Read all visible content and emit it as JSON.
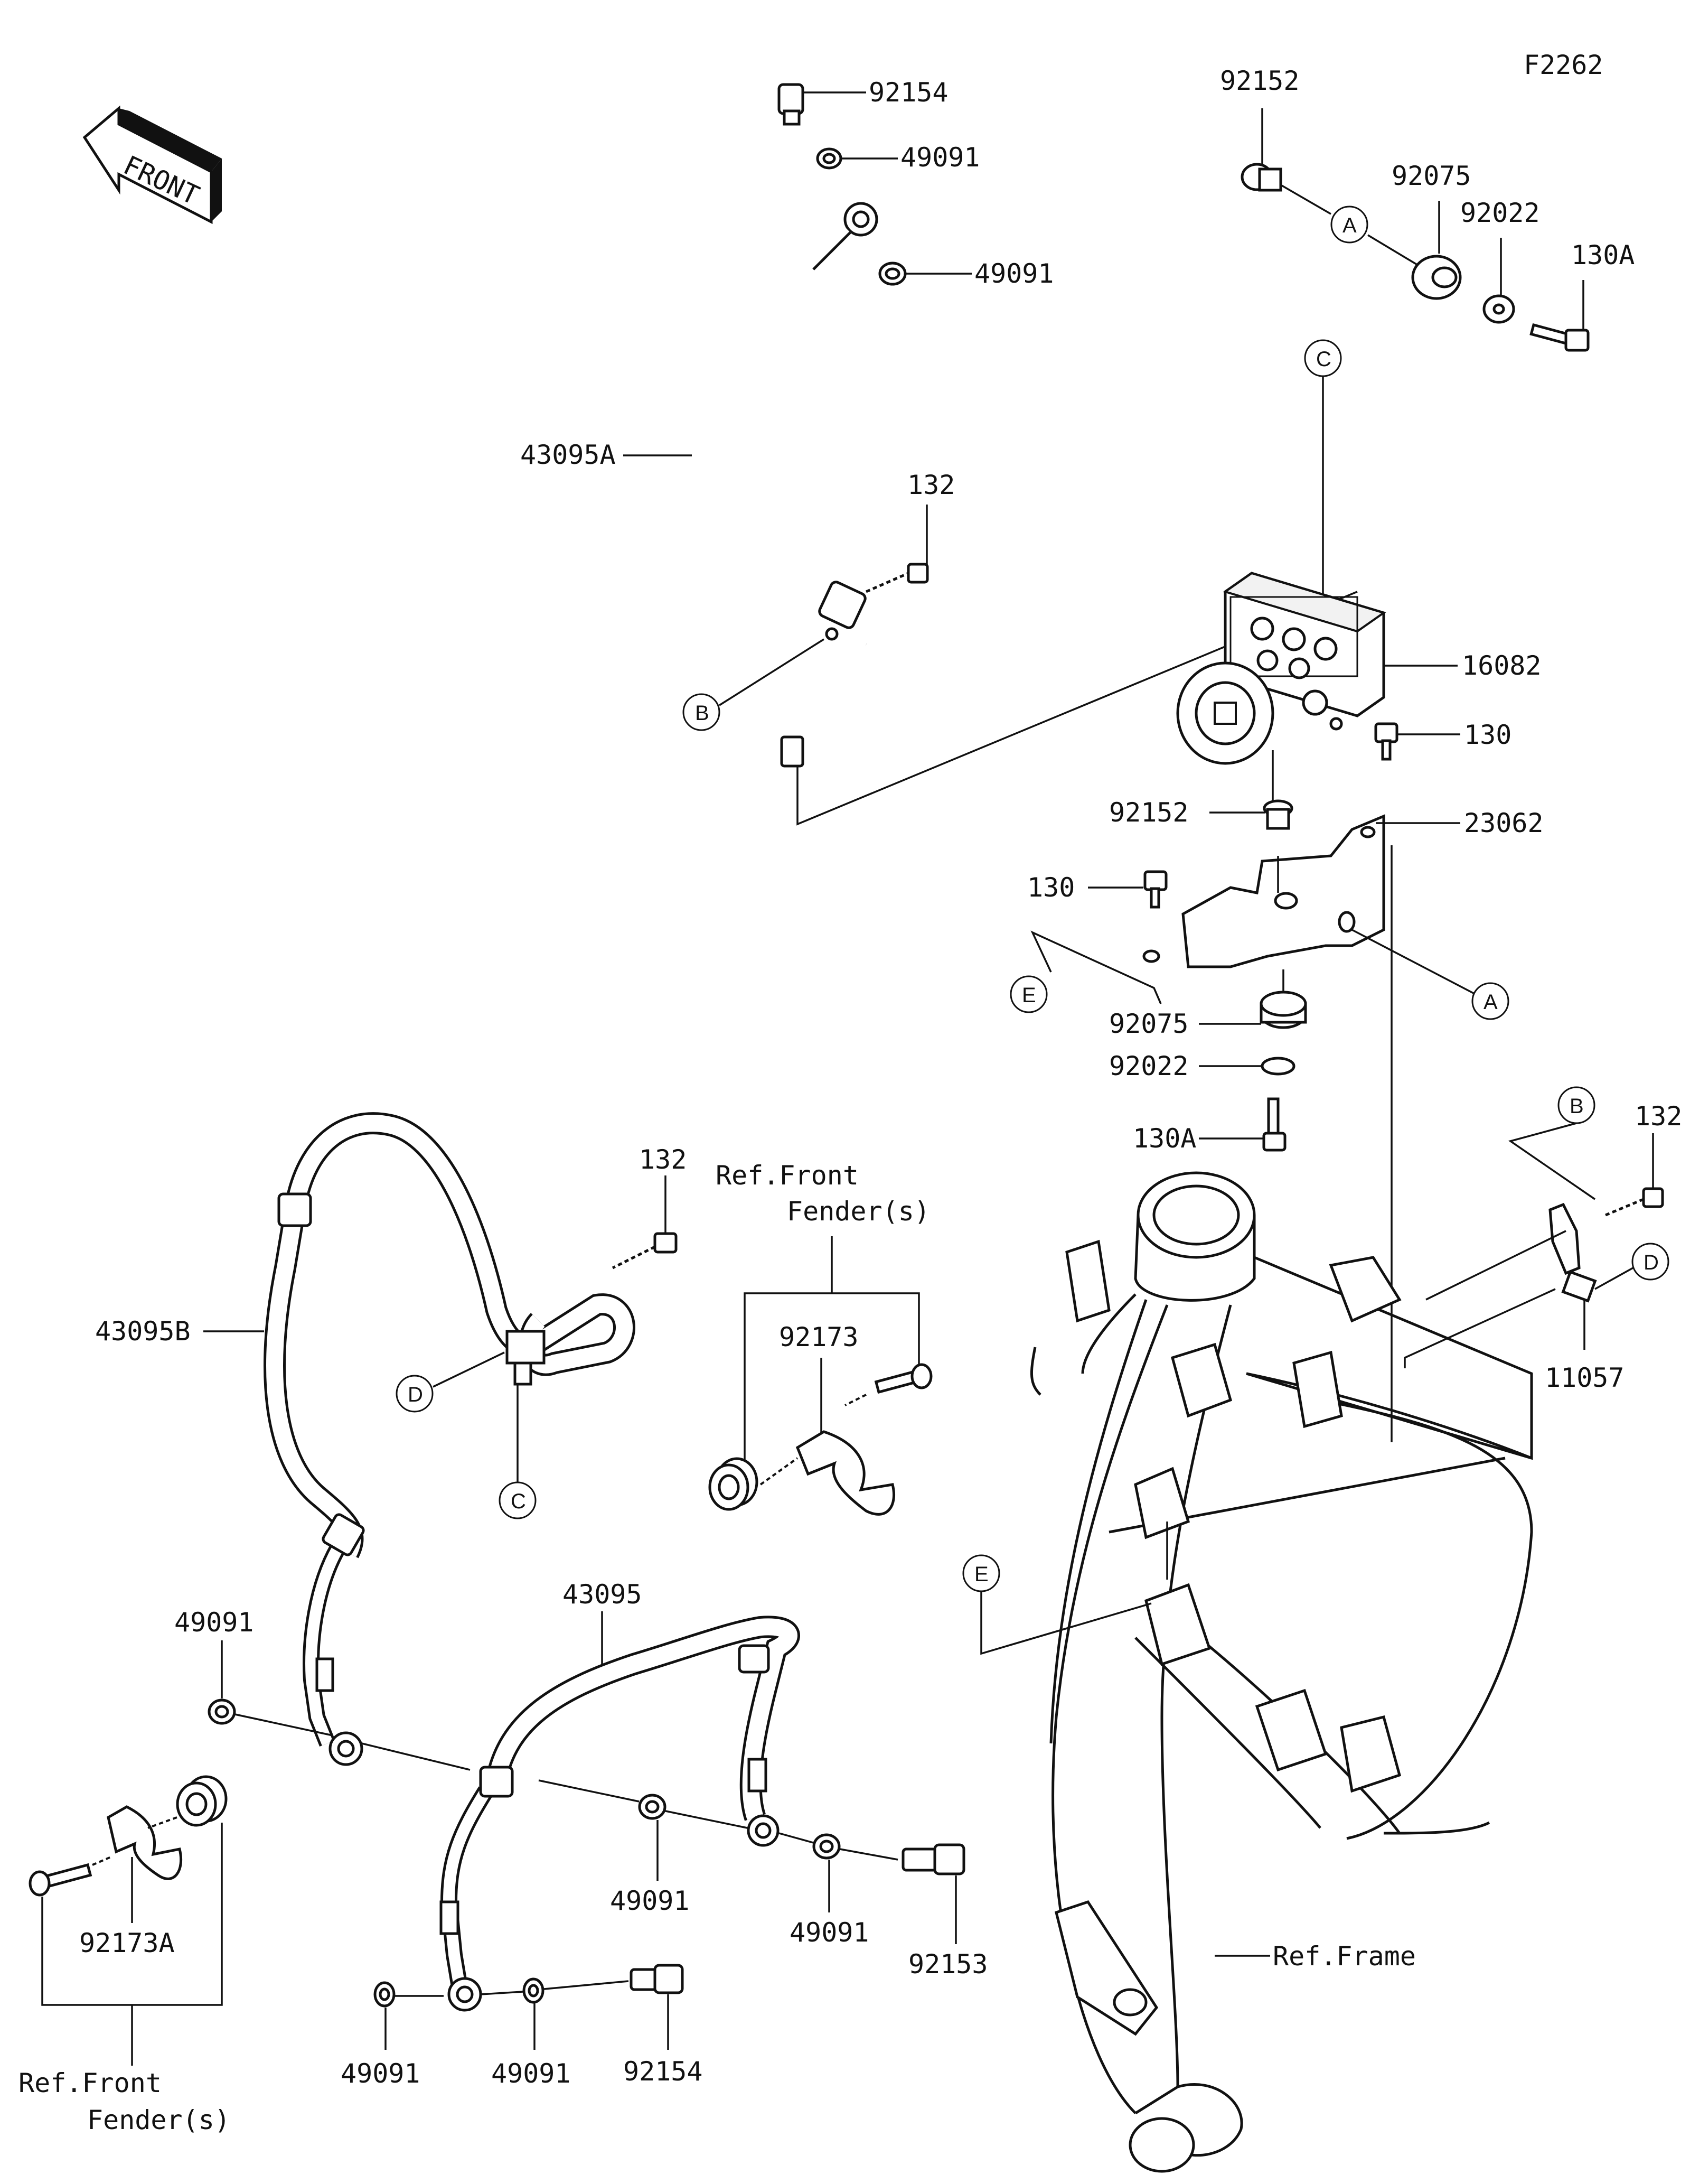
{
  "figure_code": "F2262",
  "front_arrow_label": "FRONT",
  "labels": {
    "p92154_top": "92154",
    "p49091_a": "49091",
    "p49091_b": "49091",
    "p43095A": "43095A",
    "p132_a": "132",
    "p92152_top": "92152",
    "p92075_top": "92075",
    "p92022_top": "92022",
    "p130A_top": "130A",
    "p16082": "16082",
    "p130_a": "130",
    "p92152_mid": "92152",
    "p23062": "23062",
    "p130_b": "130",
    "p92075_mid": "92075",
    "p92022_mid": "92022",
    "p130A_mid": "130A",
    "p132_b": "132",
    "p11057": "11057",
    "p132_c": "132",
    "p43095B": "43095B",
    "p92173": "92173",
    "p43095": "43095",
    "p49091_c": "49091",
    "p49091_d": "49091",
    "p49091_e": "49091",
    "p92153": "92153",
    "p92173A": "92173A",
    "p49091_f": "49091",
    "p49091_g": "49091",
    "p92154_bot": "92154",
    "ref_fender_top_1": "Ref.Front",
    "ref_fender_top_2": "Fender(s)",
    "ref_fender_bot_1": "Ref.Front",
    "ref_fender_bot_2": "Fender(s)",
    "ref_frame": "Ref.Frame"
  },
  "callouts": {
    "A1": "A",
    "A2": "A",
    "B1": "B",
    "B2": "B",
    "C1": "C",
    "C2": "C",
    "D1": "D",
    "D2": "D",
    "E1": "E",
    "E2": "E"
  }
}
